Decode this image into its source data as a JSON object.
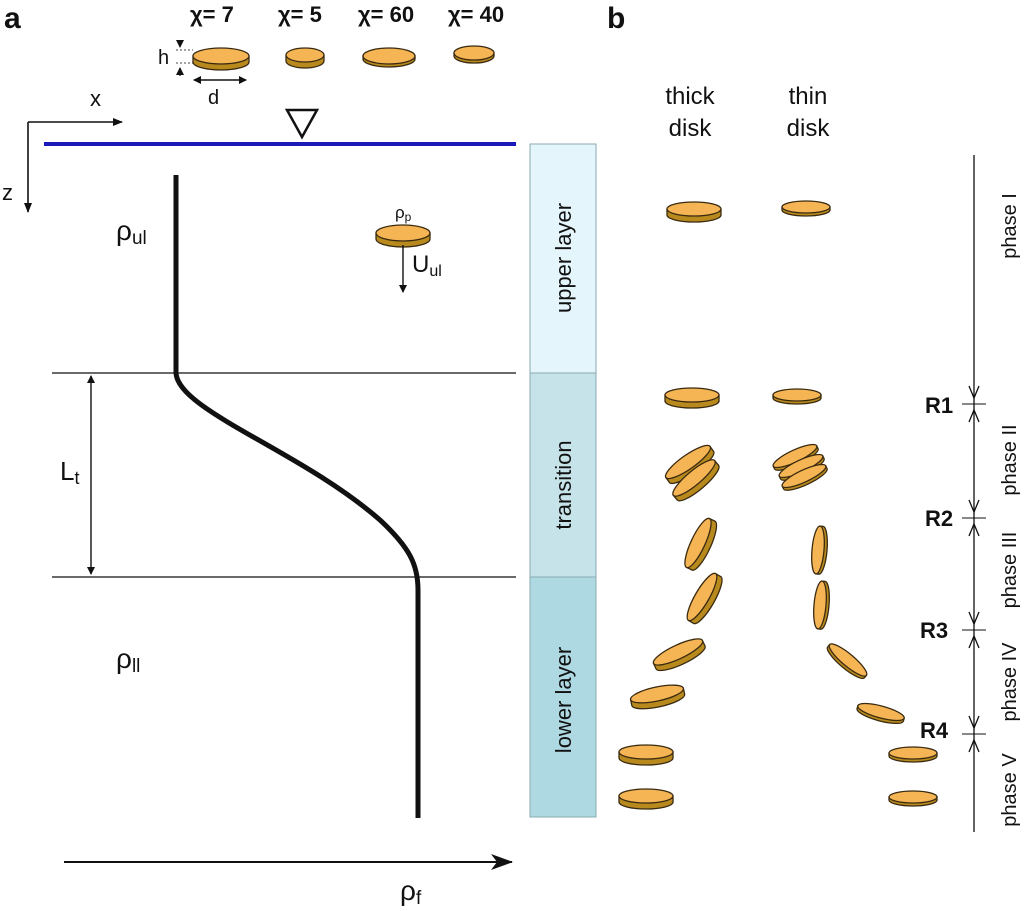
{
  "panels": {
    "a": {
      "label": "a",
      "aspect_ratios": [
        {
          "label": "χ= 7"
        },
        {
          "label": "χ= 5"
        },
        {
          "label": "χ= 60"
        },
        {
          "label": "χ= 40"
        }
      ],
      "disk_dims": {
        "h": "h",
        "d": "d"
      },
      "axes": {
        "x": "x",
        "z": "z"
      },
      "free_surface_symbol": "▽",
      "upper_density": {
        "main": "ρ",
        "sub": "ul"
      },
      "lower_density": {
        "main": "ρ",
        "sub": "ll"
      },
      "particle_density": {
        "main": "ρ",
        "sub": "p"
      },
      "velocity": {
        "main": "U",
        "sub": "ul"
      },
      "transition_length": {
        "main": "L",
        "sub": "t"
      },
      "fluid_density_axis": {
        "main": "ρ",
        "sub": "f"
      },
      "layers": [
        {
          "label": "upper layer",
          "color": "#e4f6fb"
        },
        {
          "label": "transition",
          "color": "#c7e3ea"
        },
        {
          "label": "lower layer",
          "color": "#aed9e3"
        }
      ],
      "colors": {
        "surface": "#1a1ab8",
        "disk": "#f5b555",
        "disk_edge": "#b88a1e"
      }
    },
    "b": {
      "label": "b",
      "columns": [
        {
          "line1": "thick",
          "line2": "disk"
        },
        {
          "line1": "thin",
          "line2": "disk"
        }
      ],
      "regime_transitions": [
        "R1",
        "R2",
        "R3",
        "R4"
      ],
      "phases": [
        "phase I",
        "phase II",
        "phase III",
        "phase IV",
        "phase V"
      ]
    }
  }
}
